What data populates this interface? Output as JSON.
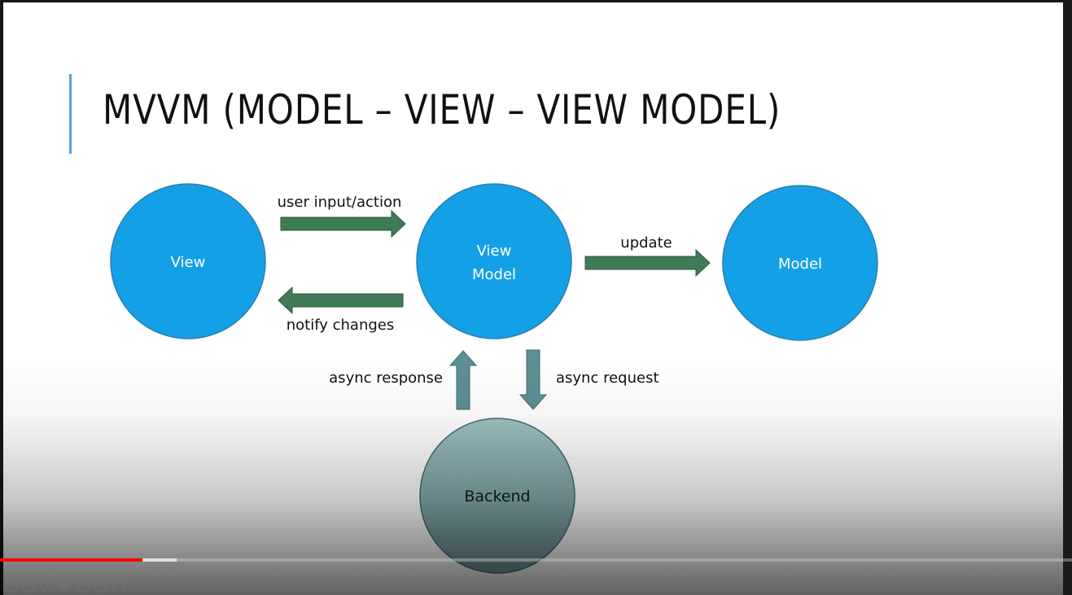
{
  "slide": {
    "title": "MVVM (MODEL – VIEW – VIEW MODEL)",
    "nodes": {
      "view": "View",
      "viewmodel_line1": "View",
      "viewmodel_line2": "Model",
      "model": "Model",
      "backend": "Backend"
    },
    "edges": {
      "user_input": "user input/action",
      "notify": "notify changes",
      "update": "update",
      "async_response": "async response",
      "async_request": "async request"
    }
  },
  "player": {
    "progress_played": 0.133,
    "progress_buffered": 0.165,
    "controls": [
      "previous-icon",
      "next-icon",
      "pen-icon",
      "slides-icon",
      "zoom-icon",
      "subtitles-icon",
      "more-icon"
    ]
  },
  "colors": {
    "node_blue": "#14a0e6",
    "node_blue_border": "#2a7fb0",
    "arrow_green": "#3f7b55",
    "arrow_teal": "#5d8f95",
    "backend_fill": "#86abae",
    "title_accent": "#4ea7d8",
    "progress_red": "#ff0000"
  }
}
